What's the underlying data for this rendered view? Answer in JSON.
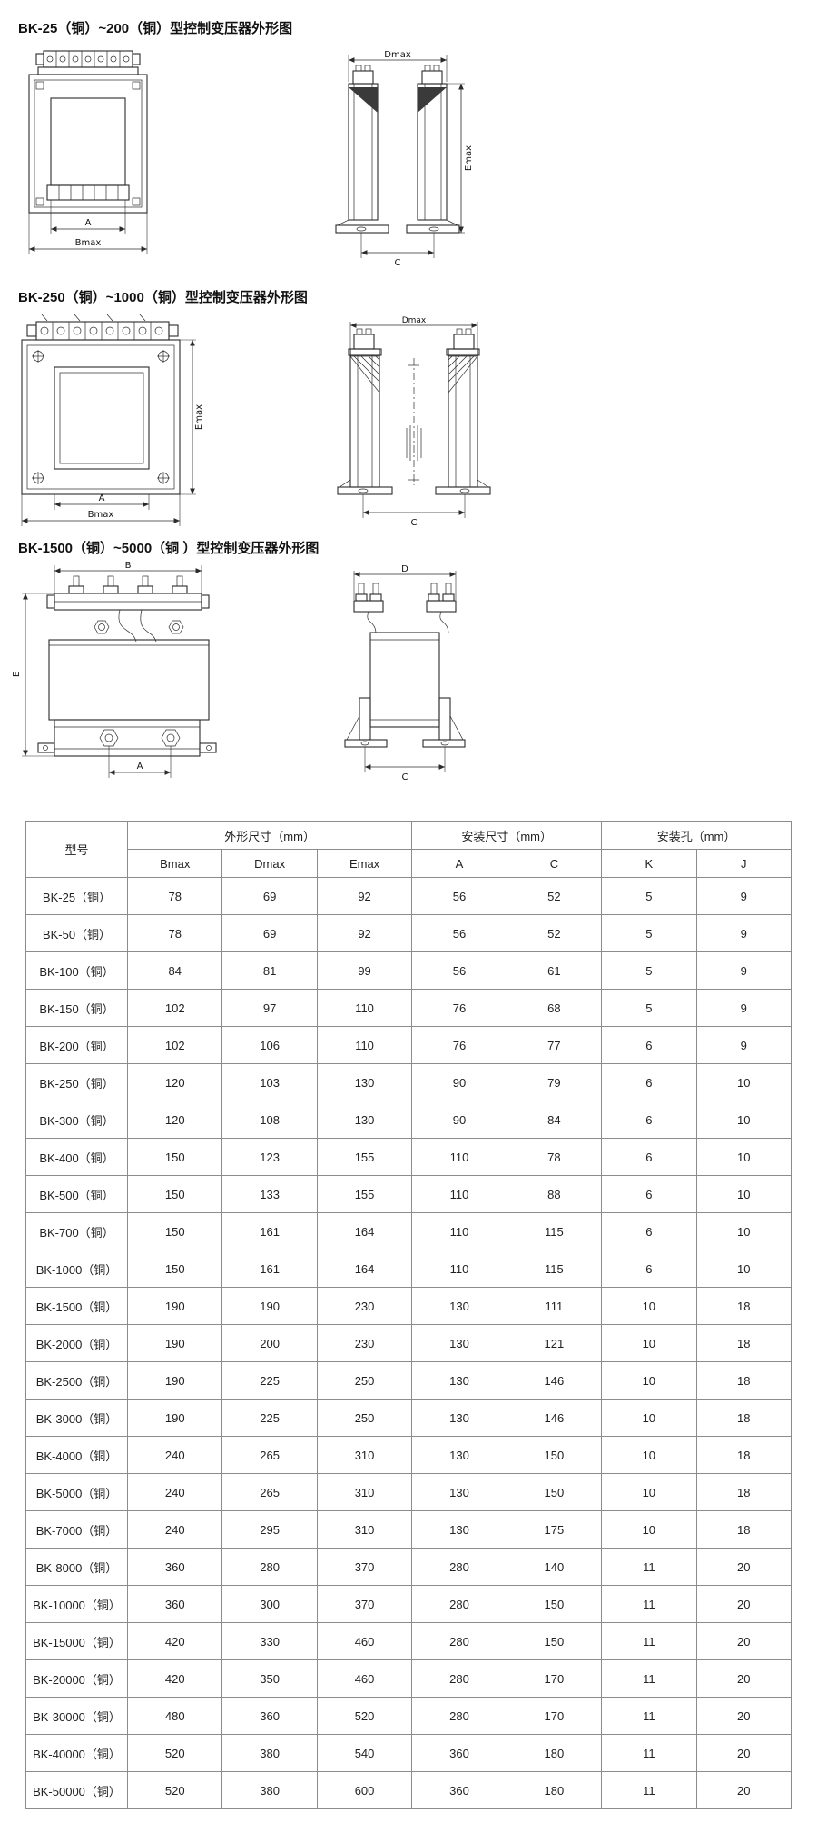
{
  "sections": [
    {
      "title": "BK-25（铜）~200（铜）型控制变压器外形图",
      "labels": {
        "A": "A",
        "Bmax": "Bmax",
        "Dmax": "Dmax",
        "Emax": "Emax",
        "C": "C"
      }
    },
    {
      "title": "BK-250（铜）~1000（铜）型控制变压器外形图",
      "labels": {
        "A": "A",
        "Bmax": "Bmax",
        "Dmax": "Dmax",
        "Emax": "Emax",
        "C": "C"
      }
    },
    {
      "title": "BK-1500（铜）~5000（铜 ）型控制变压器外形图",
      "labels": {
        "A": "A",
        "B": "B",
        "D": "D",
        "E": "E",
        "C": "C"
      }
    }
  ],
  "table": {
    "header": {
      "model": "型号",
      "group_outline": "外形尺寸（mm）",
      "group_mount": "安装尺寸（mm）",
      "group_hole": "安装孔（mm）",
      "cols": [
        "Bmax",
        "Dmax",
        "Emax",
        "A",
        "C",
        "K",
        "J"
      ]
    },
    "rows": [
      [
        "BK-25（铜）",
        "78",
        "69",
        "92",
        "56",
        "52",
        "5",
        "9"
      ],
      [
        "BK-50（铜）",
        "78",
        "69",
        "92",
        "56",
        "52",
        "5",
        "9"
      ],
      [
        "BK-100（铜）",
        "84",
        "81",
        "99",
        "56",
        "61",
        "5",
        "9"
      ],
      [
        "BK-150（铜）",
        "102",
        "97",
        "110",
        "76",
        "68",
        "5",
        "9"
      ],
      [
        "BK-200（铜）",
        "102",
        "106",
        "110",
        "76",
        "77",
        "6",
        "9"
      ],
      [
        "BK-250（铜）",
        "120",
        "103",
        "130",
        "90",
        "79",
        "6",
        "10"
      ],
      [
        "BK-300（铜）",
        "120",
        "108",
        "130",
        "90",
        "84",
        "6",
        "10"
      ],
      [
        "BK-400（铜）",
        "150",
        "123",
        "155",
        "110",
        "78",
        "6",
        "10"
      ],
      [
        "BK-500（铜）",
        "150",
        "133",
        "155",
        "110",
        "88",
        "6",
        "10"
      ],
      [
        "BK-700（铜）",
        "150",
        "161",
        "164",
        "110",
        "115",
        "6",
        "10"
      ],
      [
        "BK-1000（铜）",
        "150",
        "161",
        "164",
        "110",
        "115",
        "6",
        "10"
      ],
      [
        "BK-1500（铜）",
        "190",
        "190",
        "230",
        "130",
        "111",
        "10",
        "18"
      ],
      [
        "BK-2000（铜）",
        "190",
        "200",
        "230",
        "130",
        "121",
        "10",
        "18"
      ],
      [
        "BK-2500（铜）",
        "190",
        "225",
        "250",
        "130",
        "146",
        "10",
        "18"
      ],
      [
        "BK-3000（铜）",
        "190",
        "225",
        "250",
        "130",
        "146",
        "10",
        "18"
      ],
      [
        "BK-4000（铜）",
        "240",
        "265",
        "310",
        "130",
        "150",
        "10",
        "18"
      ],
      [
        "BK-5000（铜）",
        "240",
        "265",
        "310",
        "130",
        "150",
        "10",
        "18"
      ],
      [
        "BK-7000（铜）",
        "240",
        "295",
        "310",
        "130",
        "175",
        "10",
        "18"
      ],
      [
        "BK-8000（铜）",
        "360",
        "280",
        "370",
        "280",
        "140",
        "11",
        "20"
      ],
      [
        "BK-10000（铜）",
        "360",
        "300",
        "370",
        "280",
        "150",
        "11",
        "20"
      ],
      [
        "BK-15000（铜）",
        "420",
        "330",
        "460",
        "280",
        "150",
        "11",
        "20"
      ],
      [
        "BK-20000（铜）",
        "420",
        "350",
        "460",
        "280",
        "170",
        "11",
        "20"
      ],
      [
        "BK-30000（铜）",
        "480",
        "360",
        "520",
        "280",
        "170",
        "11",
        "20"
      ],
      [
        "BK-40000（铜）",
        "520",
        "380",
        "540",
        "360",
        "180",
        "11",
        "20"
      ],
      [
        "BK-50000（铜）",
        "520",
        "380",
        "600",
        "360",
        "180",
        "11",
        "20"
      ]
    ]
  }
}
